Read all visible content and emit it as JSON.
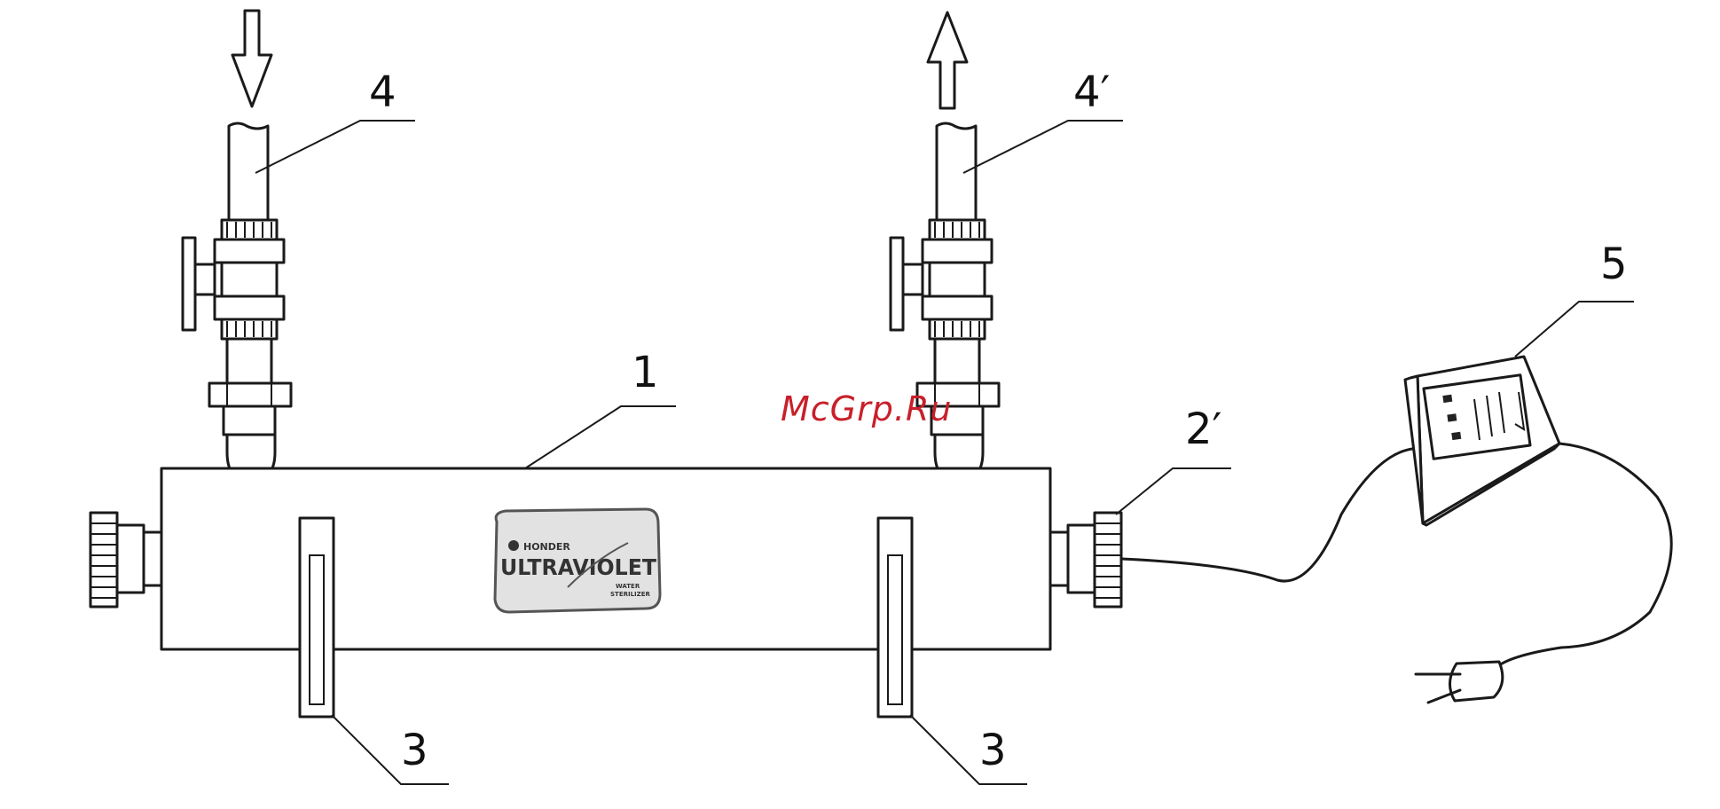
{
  "labels": {
    "body": "1",
    "cable_nut_right": "2′",
    "bracket_left": "3",
    "bracket_right": "3",
    "inlet": "4",
    "outlet": "4′",
    "power_unit": "5"
  },
  "logo": {
    "brand_small": "HONDER",
    "brand_main": "ULTRAVIOLET",
    "brand_sub1": "WATER",
    "brand_sub2": "STERILIZER"
  },
  "watermark": "McGrp.Ru",
  "icons": [
    "arrow-down-icon",
    "arrow-up-icon",
    "valve-handle-icon",
    "power-plug-icon"
  ],
  "colors": {
    "line": "#1a1a1a",
    "watermark": "#c8202a",
    "background": "#ffffff"
  }
}
